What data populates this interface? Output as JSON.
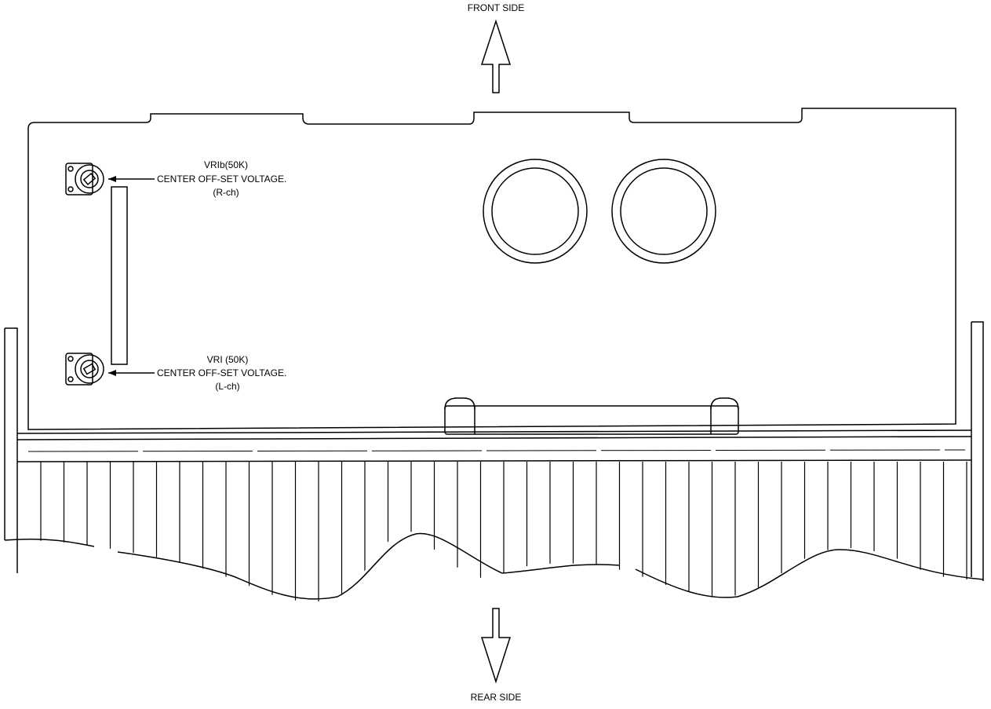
{
  "labels": {
    "front_side": "FRONT SIDE",
    "rear_side": "REAR SIDE",
    "vr1b": {
      "line1": "VRIb(50K)",
      "line2": "CENTER OFF-SET VOLTAGE.",
      "line3": "(R-ch)"
    },
    "vr1": {
      "line1": "VRI (50K)",
      "line2": "CENTER OFF-SET VOLTAGE.",
      "line3": "(L-ch)"
    }
  }
}
